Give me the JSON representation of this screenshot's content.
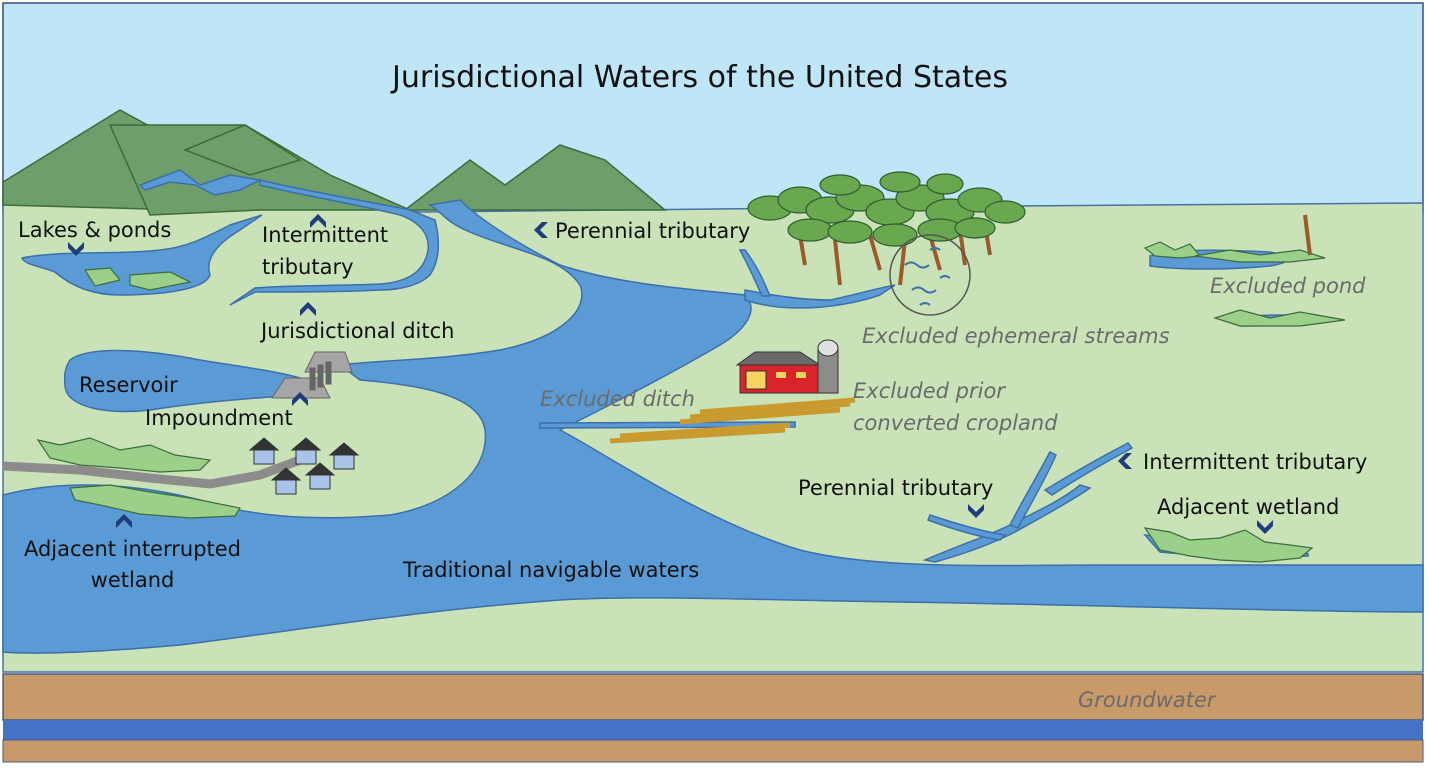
{
  "title": "Jurisdictional Waters of the United States",
  "colors": {
    "sky": "#bfe6f7",
    "land": "#c9e2b8",
    "mountain": "#6e9f6a",
    "water": "#5b9bd5",
    "soil": "#c89a6a",
    "aquifer": "#4472c4",
    "arrow": "#1f3d7a",
    "excluded_text": "#6b6b6b"
  },
  "labels": {
    "lakes_ponds": "Lakes & ponds",
    "intermittent_left_1": "Intermittent",
    "intermittent_left_2": "tributary",
    "perennial_top": "Perennial tributary",
    "jurisdictional_ditch": "Jurisdictional ditch",
    "reservoir": "Reservoir",
    "impoundment": "Impoundment",
    "adjacent_interrupted_1": "Adjacent interrupted",
    "adjacent_interrupted_2": "wetland",
    "traditional_navigable": "Traditional navigable waters",
    "excluded_ditch": "Excluded ditch",
    "excluded_prior_1": "Excluded prior",
    "excluded_prior_2": "converted cropland",
    "excluded_ephemeral": "Excluded ephemeral streams",
    "excluded_pond": "Excluded pond",
    "intermittent_right": "Intermittent tributary",
    "perennial_right": "Perennial tributary",
    "adjacent_wetland": "Adjacent wetland",
    "groundwater": "Groundwater"
  }
}
